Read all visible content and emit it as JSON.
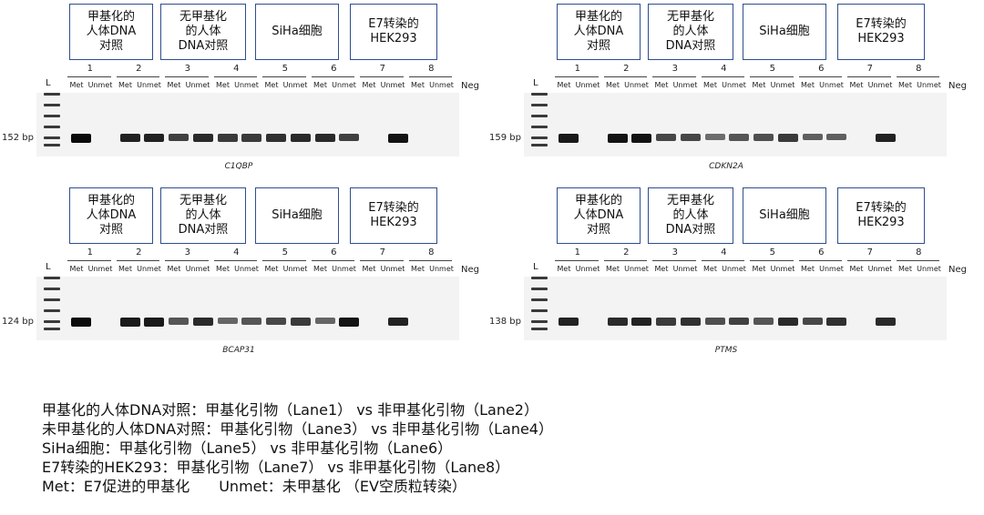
{
  "sample_boxes": [
    "甲基化的\n人体DNA\n对照",
    "无甲基化\n的人体\nDNA对照",
    "SiHa细胞",
    "E7转染的\nHEK293"
  ],
  "lanes": [
    "1",
    "2",
    "3",
    "4",
    "5",
    "6",
    "7",
    "8"
  ],
  "sub_labels": [
    "Met",
    "Unmet"
  ],
  "ladder_label": "L",
  "neg_label": "Neg",
  "panels": [
    {
      "gene": "C1QBP",
      "bp": "152 bp",
      "band_intensity": [
        1.0,
        0,
        0.85,
        0.85,
        0.65,
        0.8,
        0.7,
        0.7,
        0.75,
        0.8,
        0.8,
        0.65,
        0,
        0.95
      ]
    },
    {
      "gene": "CDKN2A",
      "bp": "159 bp",
      "band_intensity": [
        0.9,
        0,
        0.95,
        0.95,
        0.6,
        0.6,
        0.35,
        0.5,
        0.55,
        0.7,
        0.45,
        0.45,
        0,
        0.85
      ]
    },
    {
      "gene": "BCAP31",
      "bp": "124 bp",
      "band_intensity": [
        1.0,
        0,
        0.9,
        0.9,
        0.5,
        0.8,
        0.4,
        0.5,
        0.6,
        0.7,
        0.4,
        0.95,
        0,
        0.85
      ]
    },
    {
      "gene": "PTMS",
      "bp": "138 bp",
      "band_intensity": [
        0.85,
        0,
        0.8,
        0.85,
        0.7,
        0.75,
        0.55,
        0.65,
        0.5,
        0.8,
        0.6,
        0.75,
        0,
        0.8
      ]
    }
  ],
  "legend": [
    "甲基化的人体DNA对照：甲基化引物（Lane1） vs 非甲基化引物（Lane2）",
    "未甲基化的人体DNA对照：甲基化引物（Lane3） vs 非甲基化引物（Lane4）",
    "SiHa细胞：甲基化引物（Lane5） vs 非甲基化引物（Lane6）",
    "E7转染的HEK293：甲基化引物（Lane7） vs 非甲基化引物（Lane8）",
    "Met：E7促进的甲基化　　Unmet：未甲基化 （EV空质粒转染）"
  ]
}
